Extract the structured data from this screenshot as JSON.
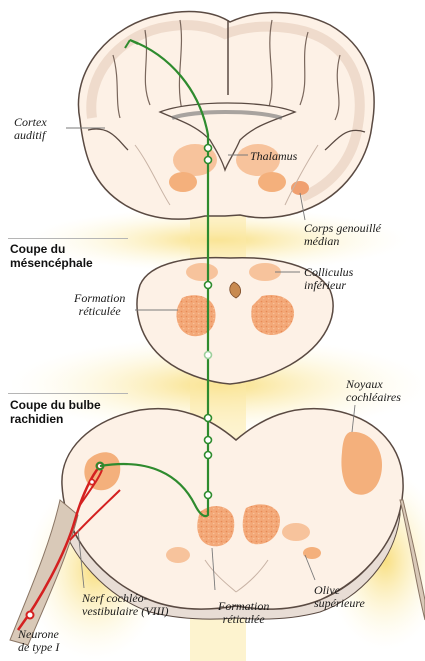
{
  "diagram": {
    "section_labels": {
      "mesencephale": "Coupe du\nmésencéphale",
      "bulbe": "Coupe du bulbe\nrachidien"
    },
    "labels": {
      "cortex_auditif": "Cortex\nauditif",
      "thalamus": "Thalamus",
      "corps_genouille": "Corps genouillé\nmédian",
      "colliculus": "Colliculus\ninférieur",
      "formation_reticulee_top": "Formation\nréticulée",
      "noyaux_cochleaires": "Noyaux\ncochléaires",
      "nerf_cochleo": "Nerf cochléo-\nvestibulaire (VIII)",
      "formation_reticulee_bottom": "Formation\nréticulée",
      "olive_superieure": "Olive\nsupérieure",
      "neurone_type_1": "Neurone\nde type I"
    },
    "colors": {
      "pathway_green": "#2e8b2e",
      "neuron_red": "#d42020",
      "nucleus_orange": "#f4b07c",
      "tissue_fill": "#fdf1e6",
      "glow_yellow": "#fbe7a0"
    }
  }
}
